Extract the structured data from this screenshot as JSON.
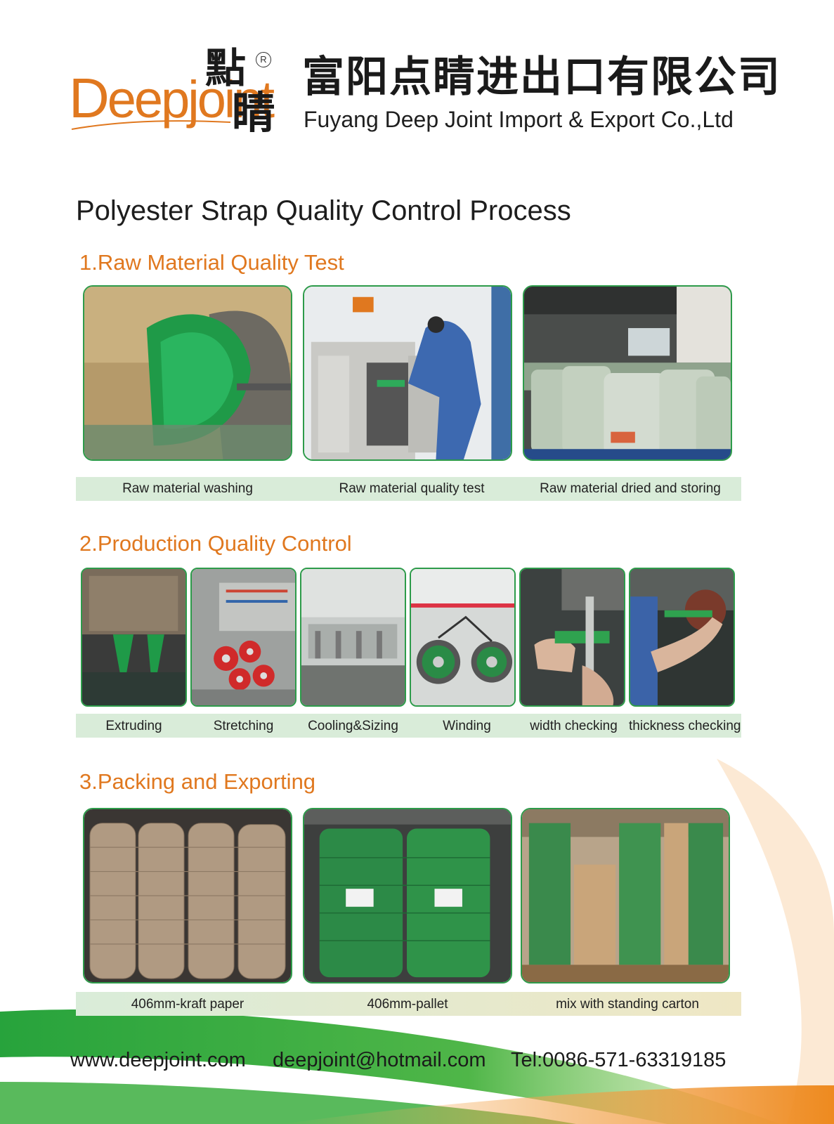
{
  "header": {
    "logo_cap": "D",
    "logo_rest": "eepjoint",
    "logo_cjk_top": "點",
    "logo_cjk_bottom": "睛",
    "registered_mark": "R",
    "company_name_cn": "富阳点睛进出口有限公司",
    "company_name_en": "Fuyang Deep Joint Import & Export Co.,Ltd"
  },
  "page_title": "Polyester Strap Quality Control Process",
  "sections": [
    {
      "title": "1.Raw Material Quality Test",
      "captions": [
        "Raw material washing",
        "Raw material quality test",
        "Raw material dried and storing"
      ]
    },
    {
      "title": "2.Production Quality Control",
      "captions": [
        "Extruding",
        "Stretching",
        "Cooling&Sizing",
        "Winding",
        "width checking",
        "thickness checking"
      ]
    },
    {
      "title": "3.Packing and Exporting",
      "captions": [
        "406mm-kraft paper",
        "406mm-pallet",
        "mix with standing carton"
      ]
    }
  ],
  "footer": {
    "website": "www.deepjoint.com",
    "email": "deepjoint@hotmail.com",
    "tel": "Tel:0086-571-63319185"
  },
  "colors": {
    "accent_orange": "#e0781f",
    "accent_green": "#2d9b4a",
    "caption_bar_green": "#d9ecd9",
    "caption_bar_tan": "#efe7c4"
  }
}
